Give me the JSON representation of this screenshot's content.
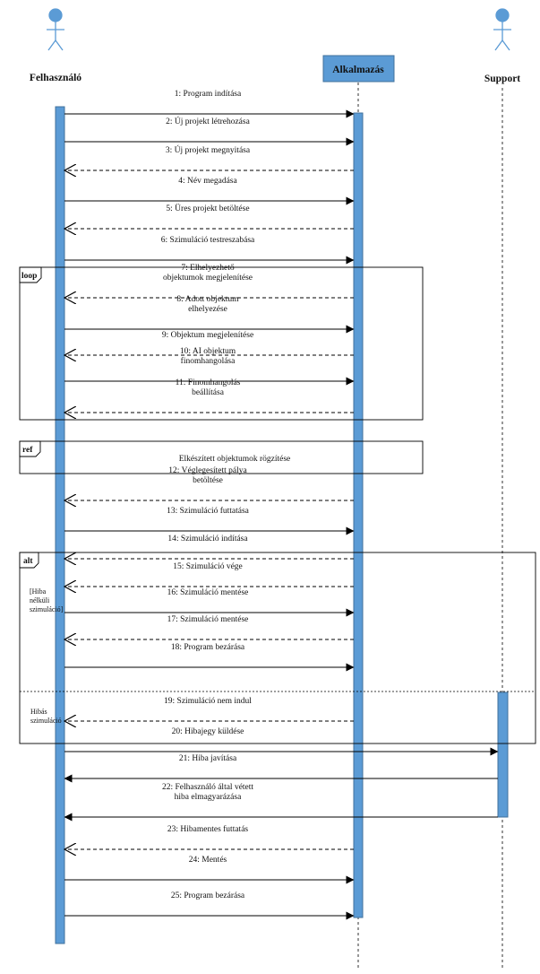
{
  "participants": [
    {
      "id": "user",
      "label": "Felhasználó",
      "kind": "actor"
    },
    {
      "id": "app",
      "label": "Alkalmazás",
      "kind": "object"
    },
    {
      "id": "support",
      "label": "Support",
      "kind": "actor"
    }
  ],
  "messages": [
    {
      "num": 1,
      "from": "user",
      "to": "app",
      "kind": "sync",
      "lines": [
        "1: Program indítása"
      ]
    },
    {
      "num": 2,
      "from": "user",
      "to": "app",
      "kind": "sync",
      "lines": [
        "2: Új projekt létrehozása"
      ]
    },
    {
      "num": 3,
      "from": "app",
      "to": "user",
      "kind": "reply",
      "lines": [
        "3: Új projekt megnyitása"
      ]
    },
    {
      "num": 4,
      "from": "user",
      "to": "app",
      "kind": "sync",
      "lines": [
        "4: Név megadása"
      ]
    },
    {
      "num": 5,
      "from": "app",
      "to": "user",
      "kind": "reply",
      "lines": [
        "5: Üres projekt betöltése"
      ]
    },
    {
      "num": 6,
      "from": "user",
      "to": "app",
      "kind": "sync",
      "lines": [
        "6: Szimuláció testreszabása"
      ]
    },
    {
      "num": 7,
      "from": "app",
      "to": "user",
      "kind": "reply",
      "lines": [
        "7: Elhelyezhető",
        "objektumok megjelenítése"
      ]
    },
    {
      "num": 8,
      "from": "user",
      "to": "app",
      "kind": "sync",
      "lines": [
        "8: Adott objektum",
        "elhelyezése"
      ]
    },
    {
      "num": 9,
      "from": "app",
      "to": "user",
      "kind": "reply",
      "lines": [
        "9: Objektum megjelenítése"
      ]
    },
    {
      "num": 10,
      "from": "user",
      "to": "app",
      "kind": "sync",
      "lines": [
        "10: AI objektum",
        "finomhangolása"
      ]
    },
    {
      "num": 11,
      "from": "app",
      "to": "user",
      "kind": "reply",
      "lines": [
        "11: Finomhangolás",
        "beállítása"
      ]
    },
    {
      "num": 12,
      "from": "app",
      "to": "user",
      "kind": "reply",
      "lines": [
        "12: Véglegesített pálya",
        "betöltése"
      ]
    },
    {
      "num": 13,
      "from": "user",
      "to": "app",
      "kind": "sync",
      "lines": [
        "13: Szimuláció futtatása"
      ]
    },
    {
      "num": 14,
      "from": "app",
      "to": "user",
      "kind": "reply",
      "lines": [
        "14: Szimuláció indítása"
      ]
    },
    {
      "num": 15,
      "from": "app",
      "to": "user",
      "kind": "reply",
      "lines": [
        "15: Szimuláció vége"
      ]
    },
    {
      "num": 16,
      "from": "user",
      "to": "app",
      "kind": "sync",
      "lines": [
        "16: Szimuláció mentése"
      ]
    },
    {
      "num": 17,
      "from": "app",
      "to": "user",
      "kind": "reply",
      "lines": [
        "17: Szimuláció mentése"
      ]
    },
    {
      "num": 18,
      "from": "user",
      "to": "app",
      "kind": "sync",
      "lines": [
        "18: Program bezárása"
      ]
    },
    {
      "num": 19,
      "from": "app",
      "to": "user",
      "kind": "reply",
      "lines": [
        "19: Szimuláció nem indul"
      ]
    },
    {
      "num": 20,
      "from": "user",
      "to": "support",
      "kind": "sync",
      "lines": [
        "20: Hibajegy küldése"
      ]
    },
    {
      "num": 21,
      "from": "support",
      "to": "user",
      "kind": "sync",
      "lines": [
        "21: Hiba javítása"
      ]
    },
    {
      "num": 22,
      "from": "support",
      "to": "user",
      "kind": "sync",
      "lines": [
        "22: Felhasználó által vétett",
        "hiba elmagyarázása"
      ]
    },
    {
      "num": 23,
      "from": "app",
      "to": "user",
      "kind": "reply",
      "lines": [
        "23: Hibamentes futtatás"
      ]
    },
    {
      "num": 24,
      "from": "user",
      "to": "app",
      "kind": "sync",
      "lines": [
        "24: Mentés"
      ]
    },
    {
      "num": 25,
      "from": "user",
      "to": "app",
      "kind": "sync",
      "lines": [
        "25: Program bezárása"
      ]
    }
  ],
  "fragments": {
    "loop": {
      "tag": "loop"
    },
    "ref": {
      "tag": "ref",
      "text": "Elkészített objektumok rögzítése"
    },
    "alt": {
      "tag": "alt",
      "guard1": [
        "[Hiba",
        "nélküli",
        "szimuláció]"
      ],
      "guard2": [
        "Hibás",
        "szimuláció"
      ]
    }
  },
  "colors": {
    "activation": "#5b9bd5",
    "activation_border": "#41719c",
    "actor": "#5b9bd5",
    "line": "#000000"
  }
}
